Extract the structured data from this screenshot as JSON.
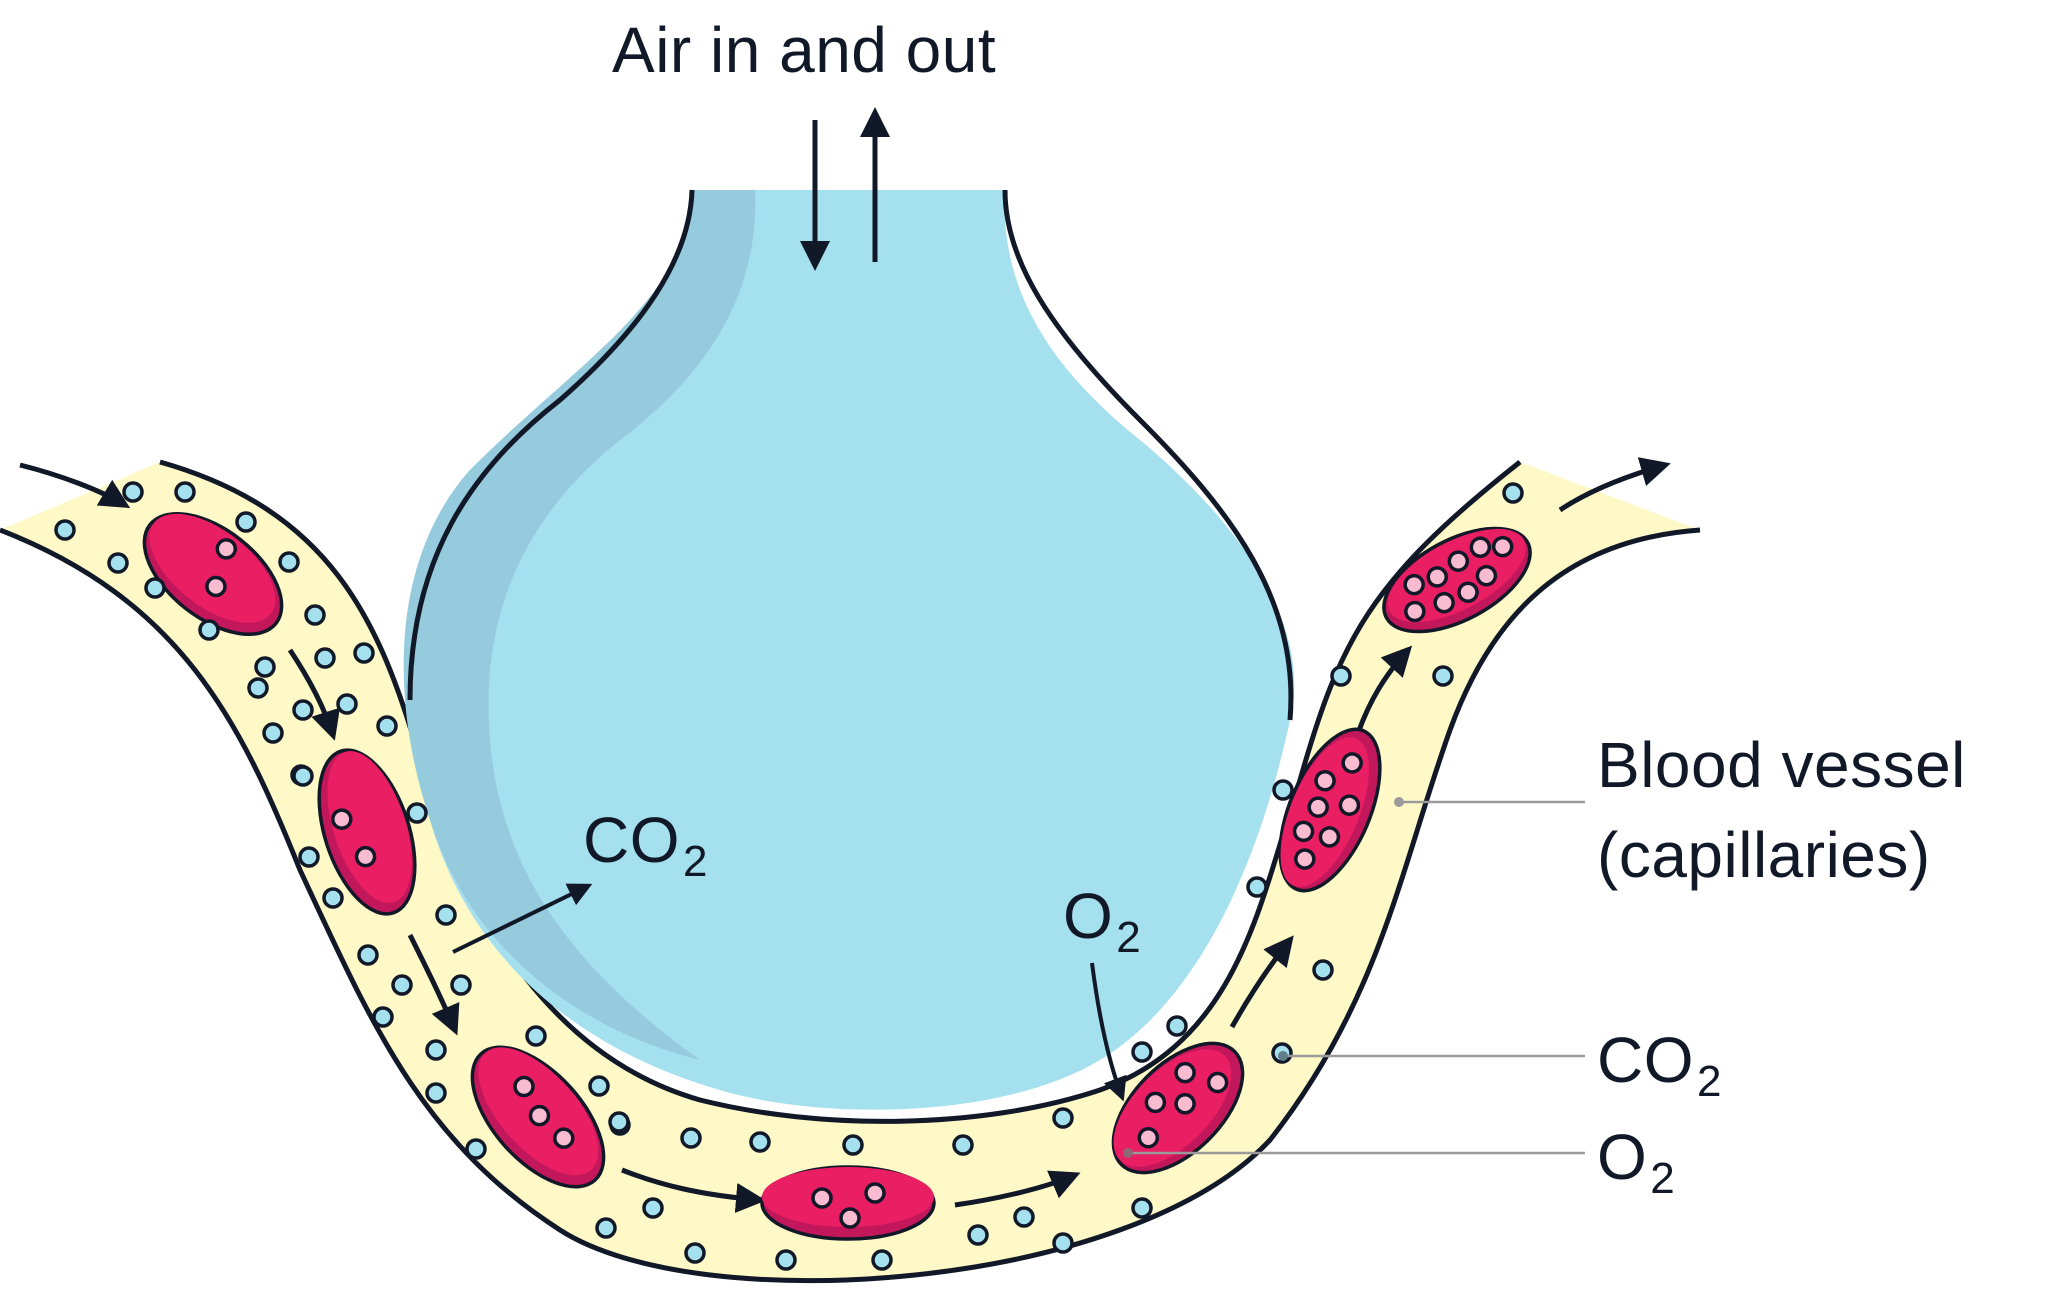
{
  "diagram": {
    "title": "Air in and out",
    "inner_labels": {
      "co2": {
        "main": "CO",
        "sub": "2"
      },
      "o2": {
        "main": "O",
        "sub": "2"
      }
    },
    "legend": {
      "blood_vessel_line1": "Blood vessel",
      "blood_vessel_line2": "(capillaries)",
      "co2": {
        "main": "CO",
        "sub": "2"
      },
      "o2": {
        "main": "O",
        "sub": "2"
      }
    },
    "parts": [
      "alveolus",
      "capillary",
      "red-blood-cells",
      "co2-molecules",
      "o2-molecules"
    ],
    "colors": {
      "alveolus": "#a5e0ef",
      "alveolus_shade": "#95cbdc",
      "capillary": "#fef9c6",
      "red_blood_cell": "#e91e63",
      "red_blood_cell_shade": "#c2185b",
      "o2_molecule": "#f8bbd0",
      "co2_molecule": "#a5e0ef",
      "outline": "#111827",
      "leader_line": "#9a9a9a"
    }
  }
}
